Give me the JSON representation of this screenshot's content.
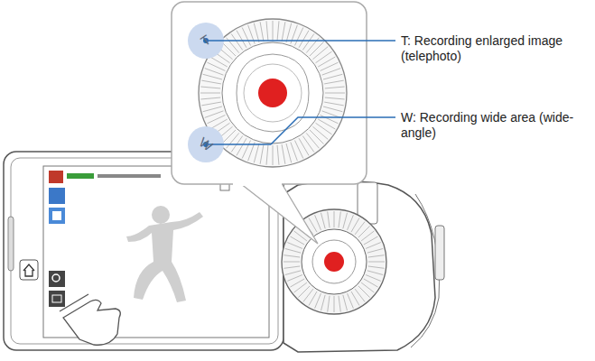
{
  "diagram": {
    "labels": [
      "T",
      "W",
      "T: Recording enlarged image (telephoto)",
      "W: Recording wide area (wide-angle)"
    ]
  }
}
